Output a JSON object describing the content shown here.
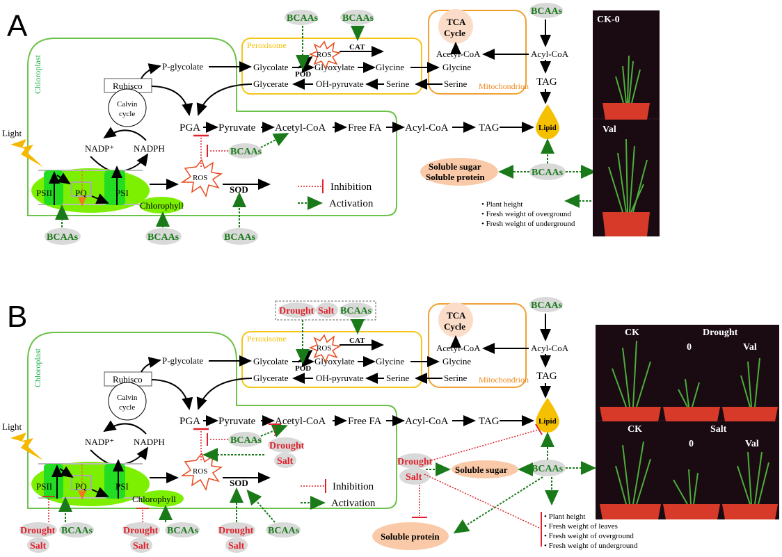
{
  "panels": [
    {
      "letter": "A",
      "compartments": {
        "chloroplast": "Chloroplast",
        "peroxisome": "Peroxisome",
        "mitochondrion": "Mitochondrion"
      },
      "nodes": {
        "rubisco": "Rubisco",
        "calvin1": "Calvin",
        "calvin2": "cycle",
        "p_glycolate": "P-glycolate",
        "glycolate": "Glycolate",
        "glyoxylate": "Glyoxylate",
        "glycine_p": "Glycine",
        "glycine_m": "Glycine",
        "glycerate": "Glycerate",
        "oh_pyruvate": "OH-pyruvate",
        "serine_p": "Serine",
        "serine_m": "Serine",
        "ros_p": "ROS",
        "cat": "CAT",
        "pod": "POD",
        "tca1": "TCA",
        "tca2": "Cycle",
        "acetylcoa_m": "Acetyl-CoA",
        "acylcoa_top": "Acyl-CoA",
        "tag_top": "TAG",
        "pga": "PGA",
        "pyruvate": "Pyruvate",
        "acetylcoa": "Acetyl-CoA",
        "free_fa": "Free FA",
        "acylcoa": "Acyl-CoA",
        "tag": "TAG",
        "lipid": "Lipid",
        "light": "Light",
        "nadp": "NADP⁺",
        "nadph": "NADPH",
        "psii": "PSII",
        "pq": "PQ",
        "psi": "PSI",
        "chlorophyll": "Chlorophyll",
        "ros": "ROS",
        "sod": "SOD",
        "soluble_sugar": "Soluble sugar",
        "soluble_protein": "Soluble protein"
      },
      "bcaas": "BCAAs",
      "legend": {
        "inhibition": "Inhibition",
        "activation": "Activation"
      },
      "traits": [
        "• Plant height",
        "• Fresh weight of overground",
        "• Fresh weight of underground"
      ],
      "photo_labels": [
        "CK-0",
        "Val"
      ]
    },
    {
      "letter": "B",
      "compartments": {
        "chloroplast": "Chloroplast",
        "peroxisome": "Peroxisome",
        "mitochondrion": "Mitochondrion"
      },
      "stress": {
        "drought": "Drought",
        "salt": "Salt"
      },
      "bcaas": "BCAAs",
      "legend": {
        "inhibition": "Inhibition",
        "activation": "Activation"
      },
      "nodes": {
        "soluble_sugar": "Soluble sugar",
        "soluble_protein": "Soluble protein"
      },
      "traits": [
        "• Plant height",
        "• Fresh weight of leaves",
        "• Fresh weight of overground",
        "• Fresh weight of underground"
      ],
      "photo_labels": {
        "ck_top": "CK",
        "drought": "Drought",
        "zero_top": "0",
        "val_top": "Val",
        "ck_bottom": "CK",
        "salt": "Salt",
        "zero_bottom": "0",
        "val_bottom": "Val"
      }
    }
  ],
  "colors": {
    "chloroplast": "#6cc24a",
    "peroxisome": "#f5c518",
    "mitochondrion": "#f0a030",
    "inhibition": "#e0202a",
    "activation": "#1a7a1a",
    "bcaas_bg": "#d9d9d9",
    "soluble_bg": "#f9c9a8",
    "lipid": "#f5c000",
    "thylakoid": "#7cf000"
  }
}
